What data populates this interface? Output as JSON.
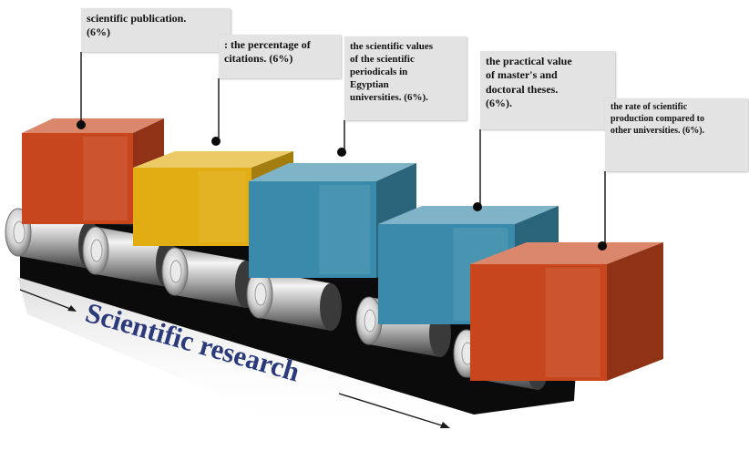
{
  "diagram": {
    "caption": "Scientific research",
    "colors": {
      "orange": "#c8461d",
      "yellow": "#e2ad12",
      "teal": "#3a8bab",
      "callout_bg": "#e3e3e3",
      "caption": "#2a3a7a",
      "belt": "#0b0b0b"
    },
    "callouts": [
      {
        "id": "publication",
        "lines": [
          "scientific publication.",
          "(6%)"
        ]
      },
      {
        "id": "citations",
        "lines": [
          ": the percentage of",
          "citations. (6%)"
        ]
      },
      {
        "id": "periodicals",
        "lines": [
          "the scientific values",
          "of the scientific",
          "periodicals in",
          "Egyptian",
          "universities. (6%)."
        ]
      },
      {
        "id": "theses",
        "lines": [
          "the practical value",
          "of master's and",
          "doctoral theses.",
          "(6%)."
        ]
      },
      {
        "id": "production",
        "lines": [
          "the rate of scientific",
          "production compared to",
          "other universities. (6%)."
        ]
      }
    ]
  }
}
